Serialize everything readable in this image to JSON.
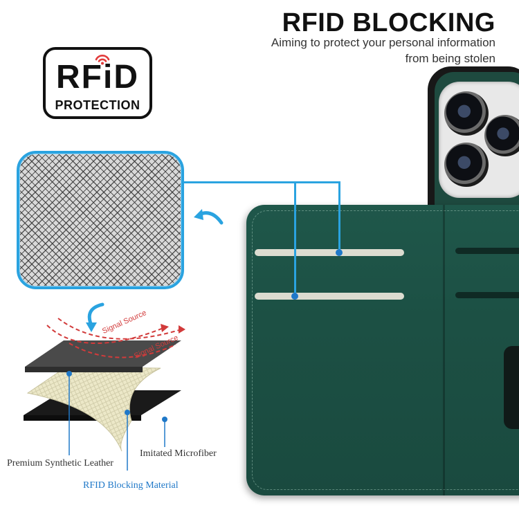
{
  "headline": {
    "title": "RFID BLOCKING",
    "subtitle_line1": "Aiming to protect your personal information",
    "subtitle_line2": "from being stolen"
  },
  "badge": {
    "title": "RFiD",
    "subtitle": "PROTECTION",
    "signal_icon": "rfid-signal-icon",
    "signal_color": "#e23b3b"
  },
  "layers": {
    "signal_source_1": "Signal Source",
    "signal_source_2": "Signal Source",
    "label_leather": "Premium Synthetic Leather",
    "label_microfiber": "Imitated Microfiber",
    "label_rfid": "RFID Blocking Material"
  },
  "colors": {
    "accent_blue": "#2aa3e0",
    "wallet_green": "#1f574a",
    "signal_red": "#e23b3b"
  },
  "icons": {
    "curved_arrow_left": "curved-arrow-left-icon",
    "curved_arrow_down": "curved-arrow-down-icon"
  }
}
